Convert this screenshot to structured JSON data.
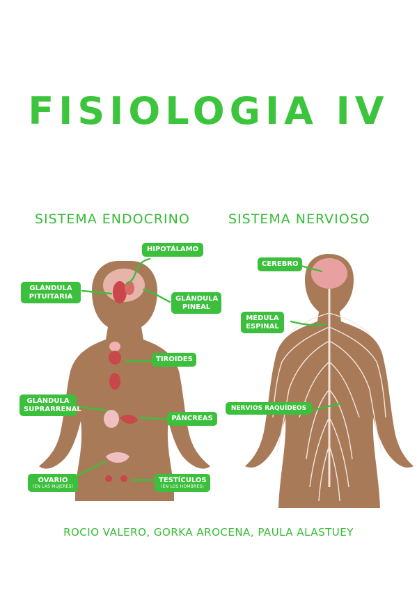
{
  "title": "FISIOLOGIA IV",
  "sections": {
    "endocrine": "SISTEMA ENDOCRINO",
    "nervous": "SISTEMA NERVIOSO"
  },
  "endocrine_labels": {
    "hipotalamo": "HIPOTÁLAMO",
    "pituitaria_1": "GLÁNDULA",
    "pituitaria_2": "PITUITARIA",
    "pineal_1": "GLÁNDULA",
    "pineal_2": "PINEAL",
    "tiroides": "TIROIDES",
    "suprarrenal_1": "GLÁNDULA",
    "suprarrenal_2": "SUPRARRENAL",
    "pancreas": "PÁNCREAS",
    "ovario": "OVARIO",
    "ovario_note": "(EN LAS MUJERES)",
    "testiculos": "TESTÍCULOS",
    "testiculos_note": "(EN LOS HOMBRES)"
  },
  "nervous_labels": {
    "cerebro": "CEREBRO",
    "medula_1": "MÉDULA",
    "medula_2": "ESPINAL",
    "nervios": "NERVIOS RAQUÍDEOS"
  },
  "credits": "ROCIO VALERO, GORKA AROCENA, PAULA ALASTUEY",
  "colors": {
    "accent": "#3cbf3c",
    "skin": "#a87a58",
    "nerve": "#f2e6dc",
    "organ": "#c9464a",
    "brain": "#e8a0a0"
  }
}
